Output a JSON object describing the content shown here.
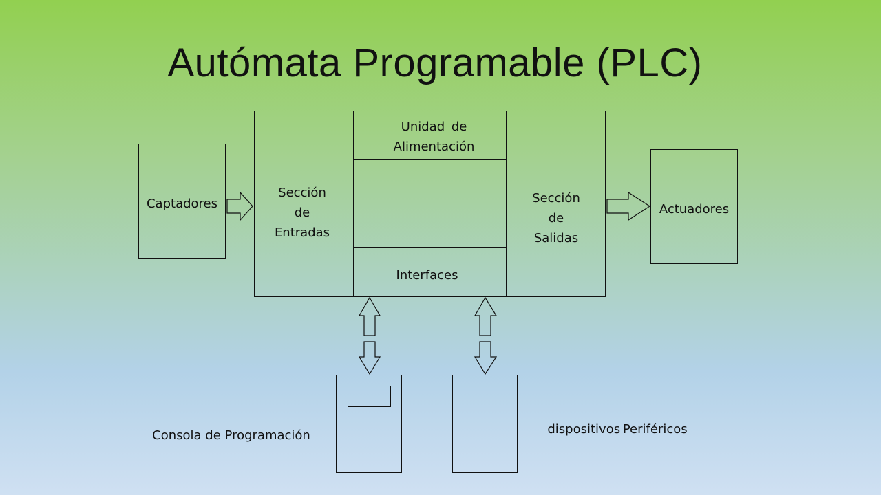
{
  "title": "Autómata Programable (PLC)",
  "captadores": "Captadores",
  "actuadores": "Actuadores",
  "entradas": {
    "line1": "Sección",
    "line2": "de",
    "line3": "Entradas"
  },
  "salidas": {
    "line1": "Sección",
    "line2": "de",
    "line3": "Salidas"
  },
  "alimentacion": {
    "line1": "Unidad de",
    "line2": "Alimentación"
  },
  "interfaces": "Interfaces",
  "consola": "Consola de Programación",
  "perifericos": "dispositivos Periféricos",
  "colors": {
    "stroke": "#111111",
    "gradient_top": "#92d050",
    "gradient_bottom": "#cfe0f2"
  }
}
